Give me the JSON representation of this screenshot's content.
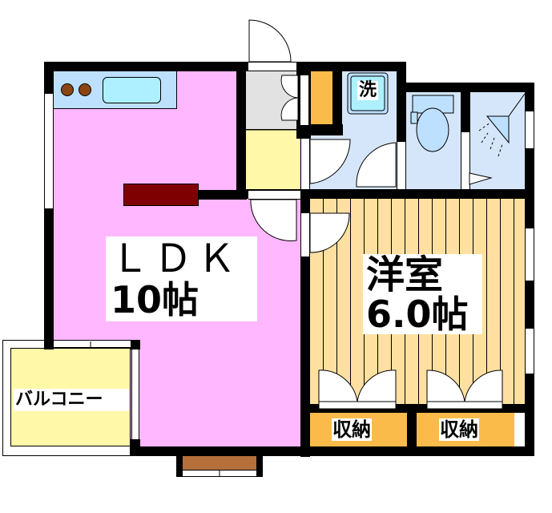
{
  "floorplan": {
    "rooms": {
      "ldk": {
        "name": "ＬＤＫ",
        "size": "10帖",
        "color": "#FFB7FF"
      },
      "western_room": {
        "name": "洋室",
        "size": "6.0帖",
        "color": "#FFE0A0"
      },
      "balcony": {
        "name": "バルコニー",
        "color": "#FFF8A8"
      },
      "storage_left": {
        "name": "収納",
        "color": "#FBBB4A"
      },
      "storage_right": {
        "name": "収納",
        "color": "#FBBB4A"
      },
      "washroom": {
        "name": "洗",
        "color": "#D5E6FB"
      },
      "toilet": {
        "color": "#D5E6FB"
      },
      "shower": {
        "color": "#D5E6FB"
      },
      "entrance": {
        "color": "#E2E2E2"
      },
      "hallway": {
        "color": "#FFF8A8"
      },
      "shoe_closet": {
        "color": "#FBBB4A"
      }
    },
    "fixtures": {
      "kitchen_counter": {
        "color": "#BDE0FF"
      },
      "sink": {
        "color": "#AEF0FF"
      },
      "stove_burners": {
        "count": 2,
        "color": "#8B4513"
      },
      "refrigerator_space": {
        "color": "#7F0000"
      },
      "window_bay": {
        "color": "#B5703C"
      }
    },
    "colors": {
      "wall": "#000000",
      "background": "#FFFFFF"
    }
  }
}
